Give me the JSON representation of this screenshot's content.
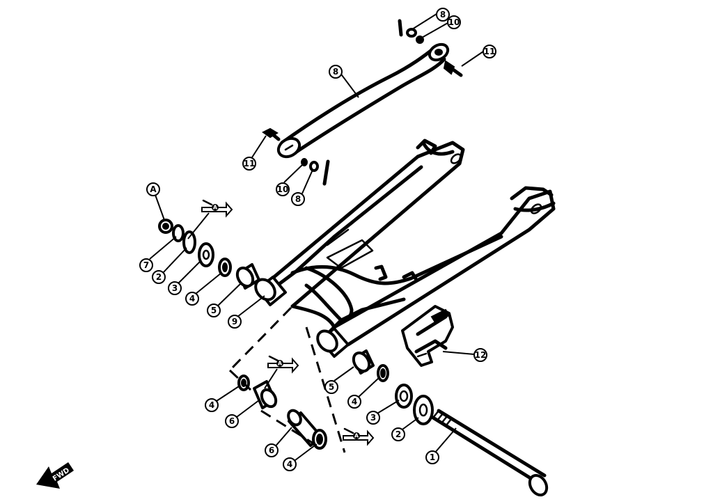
{
  "callouts": [
    {
      "id": "c-8-top",
      "label": "8"
    },
    {
      "id": "c-10-top",
      "label": "10"
    },
    {
      "id": "c-11-top",
      "label": "11"
    },
    {
      "id": "c-8-link",
      "label": "8"
    },
    {
      "id": "c-11-left",
      "label": "11"
    },
    {
      "id": "c-10-left",
      "label": "10"
    },
    {
      "id": "c-8-left",
      "label": "8"
    },
    {
      "id": "c-A",
      "label": "A"
    },
    {
      "id": "c-7",
      "label": "7"
    },
    {
      "id": "c-2-left",
      "label": "2"
    },
    {
      "id": "c-3-left",
      "label": "3"
    },
    {
      "id": "c-4-left",
      "label": "4"
    },
    {
      "id": "c-5-left",
      "label": "5"
    },
    {
      "id": "c-9",
      "label": "9"
    },
    {
      "id": "c-12",
      "label": "12"
    },
    {
      "id": "c-5-right",
      "label": "5"
    },
    {
      "id": "c-4-right",
      "label": "4"
    },
    {
      "id": "c-3-right",
      "label": "3"
    },
    {
      "id": "c-2-right",
      "label": "2"
    },
    {
      "id": "c-1",
      "label": "1"
    },
    {
      "id": "c-4-low",
      "label": "4"
    },
    {
      "id": "c-6-low",
      "label": "6"
    },
    {
      "id": "c-6-bot",
      "label": "6"
    },
    {
      "id": "c-4-bot",
      "label": "4"
    }
  ],
  "grease_tags": [
    {
      "id": "g-top",
      "label": "A"
    },
    {
      "id": "g-mid",
      "label": "A"
    },
    {
      "id": "g-bot",
      "label": "A"
    }
  ],
  "fwd_arrow": {
    "label": "FWD",
    "icon": "forward-arrow-icon"
  }
}
